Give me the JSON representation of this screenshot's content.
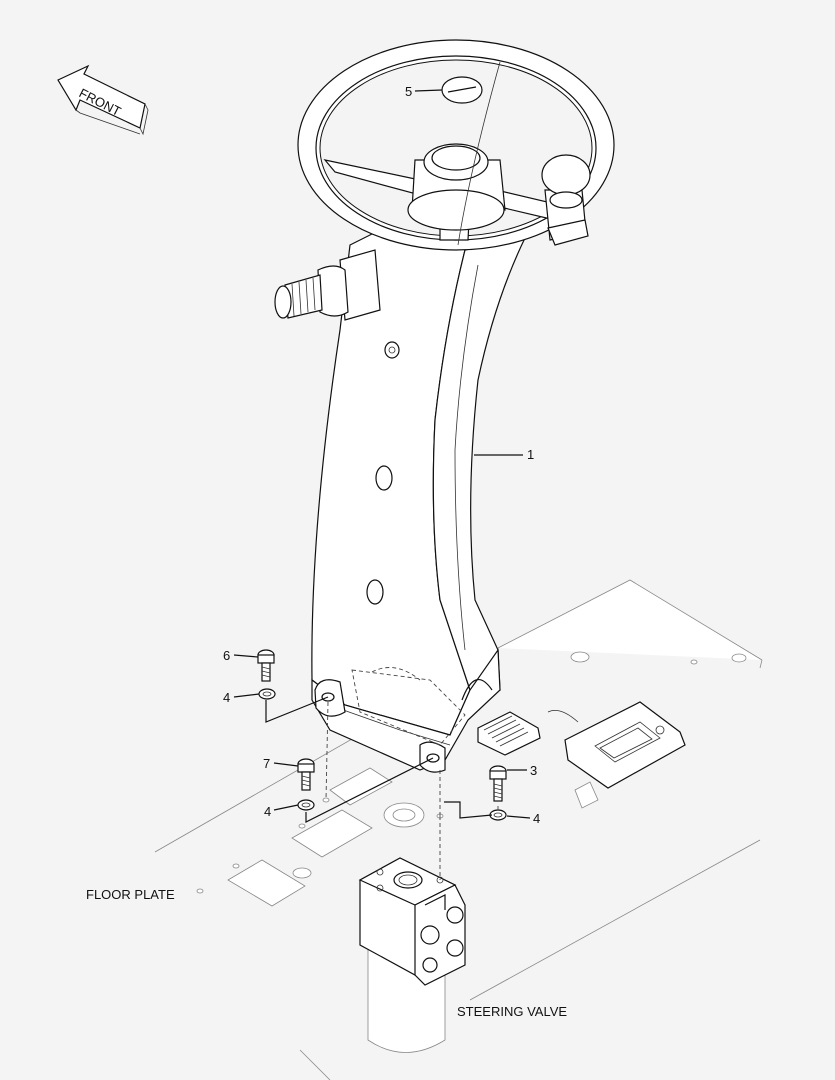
{
  "front_arrow": {
    "text": "FRONT"
  },
  "labels": {
    "floor_plate": "FLOOR PLATE",
    "steering_valve": "STEERING VALVE"
  },
  "callouts": {
    "c1": "1",
    "c3": "3",
    "c4a": "4",
    "c4b": "4",
    "c4c": "4",
    "c5": "5",
    "c6": "6",
    "c7": "7"
  }
}
